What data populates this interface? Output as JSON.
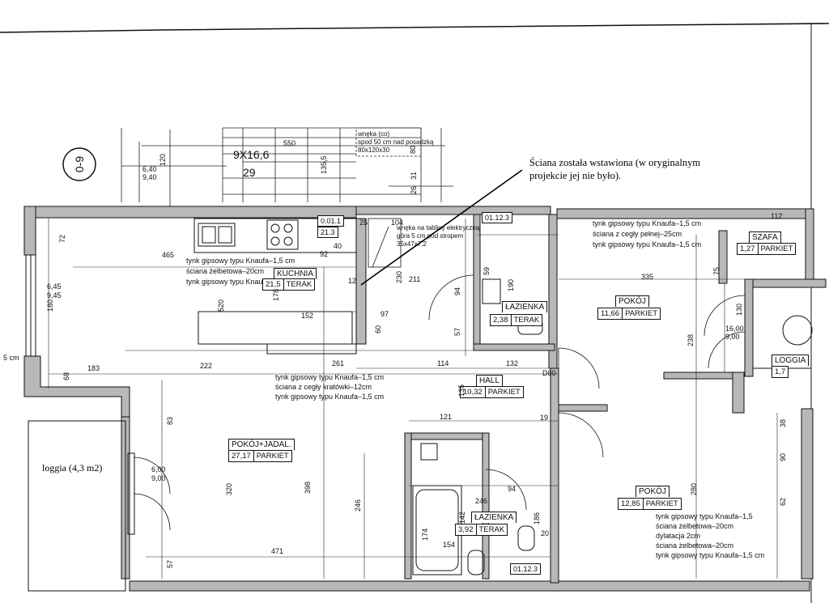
{
  "note": {
    "line1": "Ściana została wstawiona (w oryginalnym",
    "line2": "projekcie jej nie było)."
  },
  "loggia_label": "loggia (4,3 m2)",
  "rooms": {
    "kuchnia": {
      "name": "KUCHNIA",
      "area": "21,5",
      "floor": "TERAK"
    },
    "pokoj_jadal": {
      "name": "POKÓJ+JADAL.",
      "area": "27,17",
      "floor": "PARKIET"
    },
    "lazienka_top": {
      "name": "ŁAZIENKA",
      "area": "2,38",
      "floor": "TERAK"
    },
    "hall": {
      "name": "HALL",
      "area": "10,32",
      "floor": "PARKIET"
    },
    "lazienka_bottom": {
      "name": "ŁAZIENKA",
      "area": "3,92",
      "floor": "TERAK"
    },
    "pokoj_top": {
      "name": "POKÓJ",
      "area": "11,66",
      "floor": "PARKIET"
    },
    "pokoj_bottom": {
      "name": "POKÓJ",
      "area": "12,85",
      "floor": "PARKIET"
    },
    "szafa": {
      "name": "SZAFA",
      "area": "1,27",
      "floor": "PARKIET"
    },
    "loggia_r": {
      "name": "LOGGIA",
      "area": "1,7"
    }
  },
  "stamps": {
    "kitchen_code_top": "0.01.1",
    "kitchen_code_bottom": "21.3",
    "top_code": "01.12.3",
    "bottom_code": "01.12.3"
  },
  "wall_notes": {
    "kitchen": [
      "tynk gipsowy typu Knaufa–1,5 cm",
      "ściana żelbetowa–20cm",
      "tynk gipsowy typu Knaufa–1,5"
    ],
    "hall": [
      "tynk gipsowy typu Knaufa–1,5 cm",
      "ściana z cegły kratówki–12cm",
      "tynk gipsowy typu Knaufa–1,5 cm"
    ],
    "pokoj_top": [
      "tynk gipsowy typu Knaufa–1,5 cm",
      "ściana z cegły pełnej–25cm",
      "tynk gipsowy typu Knaufa–1,5 cm"
    ],
    "pokoj_bottom": [
      "tynk gipsowy typu Knaufa–1,5",
      "ściana żelbetowa–20cm",
      "dylatacja 2cm",
      "ściana żelbetowa–20cm",
      "tynk gipsowy typu Knaufa–1,5 cm"
    ]
  },
  "niche": {
    "line1": "wnęka (co)",
    "line2": "spod 50 cm nad posadzką",
    "line3": "80x120x30"
  },
  "niche2": {
    "line1": "wnęka na tablicę elektryczną",
    "line2": "góra 5 cm pod stropem",
    "line3": "35x47x7,2"
  },
  "stairs": {
    "count": "9X16,6",
    "n": "29"
  },
  "axis": "0-9",
  "dims": {
    "d550": "550",
    "d120": "120",
    "d640": "6,40",
    "d940": "9,40",
    "d1355": "135,5",
    "d80": "80",
    "d31": "31",
    "d26": "26",
    "d25": "25",
    "d104": "104",
    "d72": "72",
    "d465": "465",
    "d92": "92",
    "d40": "40",
    "d12": "12",
    "d520": "520",
    "d178": "178",
    "d152": "152",
    "d230": "230",
    "d211": "211",
    "d94": "94",
    "d59": "59",
    "d190": "190",
    "d57": "57",
    "d60": "60",
    "d97": "97",
    "d222": "222",
    "d261": "261",
    "d114": "114",
    "d132": "132",
    "d183": "183",
    "d68": "68",
    "d645": "6,45",
    "d945": "9,45",
    "d180": "180",
    "d5cm": "5 cm",
    "d83": "83",
    "d121": "121",
    "d600": "6,00",
    "d900": "9,00",
    "d320": "320",
    "d398": "398",
    "d246": "246",
    "d471": "471",
    "d57b": "57",
    "d174": "174",
    "d142": "142",
    "d186": "186",
    "d335": "335",
    "d238": "238",
    "d75": "75",
    "d1600": "16,00",
    "d900b": "9,00",
    "d280": "280",
    "d62": "62",
    "d90": "90",
    "d38": "38",
    "d112": "112",
    "d20": "20",
    "d154": "154",
    "d130": "130",
    "d19": "19",
    "dD80": "D80",
    "d135": "135"
  }
}
